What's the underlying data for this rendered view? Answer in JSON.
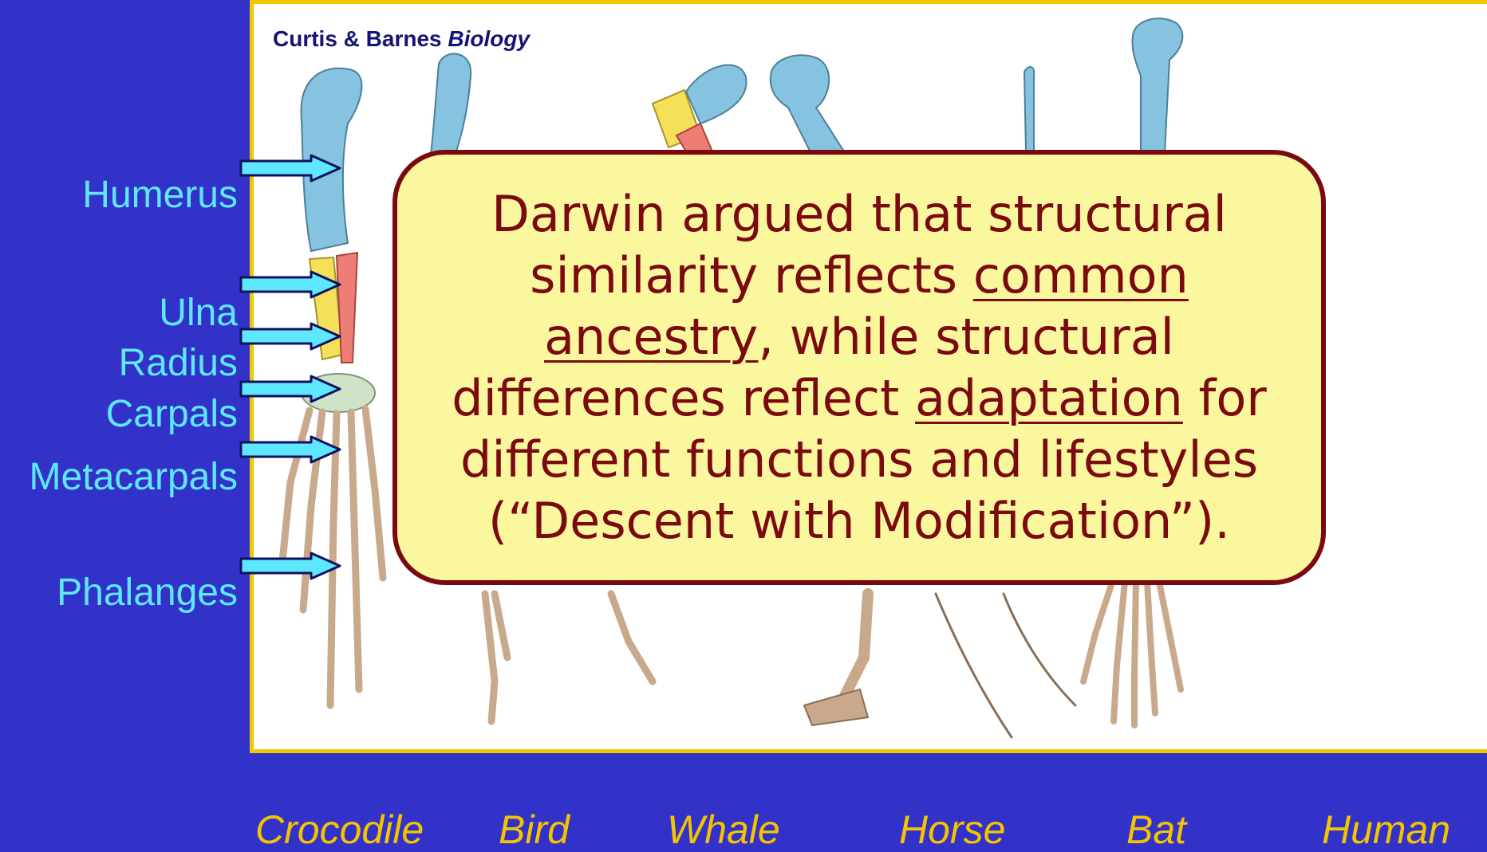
{
  "credit": {
    "authors": "Curtis & Barnes",
    "book": "Biology"
  },
  "bone_labels": [
    "Humerus",
    "Ulna",
    "Radius",
    "Carpals",
    "Metacarpals",
    "Phalanges"
  ],
  "callout": {
    "part1": "Darwin argued that structural similarity reflects ",
    "underline1": "common ancestry",
    "part2": ", while structural differences reflect ",
    "underline2": "adaptation",
    "part3": " for different functions and lifestyles (“Descent with Modification”)."
  },
  "animals": [
    "Crocodile",
    "Bird",
    "Whale",
    "Horse",
    "Bat",
    "Human"
  ],
  "colors": {
    "background": "#3232c8",
    "frame": "#f0c800",
    "label": "#5ee8ff",
    "animal_label": "#f4c400",
    "callout_fill": "#fbf79e",
    "callout_text": "#7a0a10",
    "humerus": "#86c3e0",
    "ulna": "#f5e05a",
    "radius": "#ee7d75",
    "carpals": "#cfe3c8",
    "digits": "#c9a98c"
  }
}
